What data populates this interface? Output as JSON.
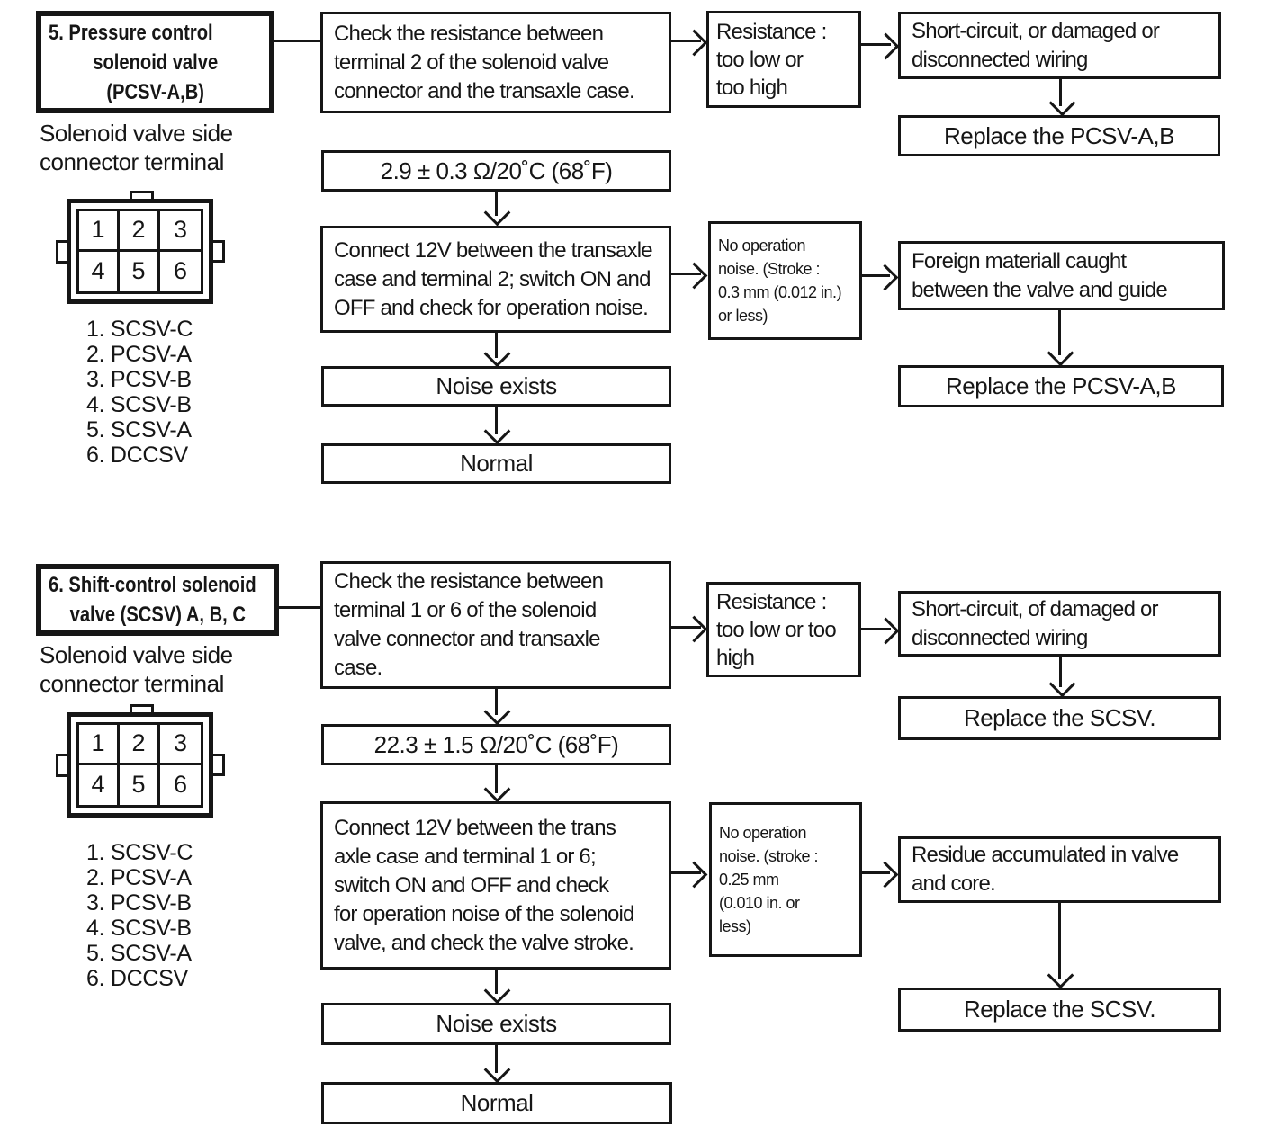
{
  "document": {
    "kind": "solenoid-valve-troubleshooting-flowchart",
    "ink_color": "#161616",
    "paper_color": "#ffffff"
  },
  "connector": {
    "pins": [
      "1",
      "2",
      "3",
      "4",
      "5",
      "6"
    ],
    "legend": [
      "1. SCSV-C",
      "2. PCSV-A",
      "3. PCSV-B",
      "4. SCSV-B",
      "5. SCSV-A",
      "6. DCCSV"
    ]
  },
  "sections": [
    {
      "number": "5",
      "title_lines": [
        "5. Pressure control",
        "solenoid valve",
        "(PCSV-A,B)"
      ],
      "caption_lines": [
        "Solenoid valve side",
        "connector terminal"
      ],
      "boxes": {
        "check": "Check the resistance between\nterminal 2 of the solenoid valve\nconnector and the transaxle case.",
        "spec": "2.9 ± 0.3 Ω/20˚C (68˚F)",
        "connect": "Connect 12V between the transaxle\ncase and terminal 2; switch ON and\nOFF and check for operation noise.",
        "noise": "Noise exists",
        "normal": "Normal",
        "resistance": "Resistance :\ntoo low or\ntoo high",
        "no_operation": "No operation\nnoise. (Stroke :\n0.3 mm (0.012 in.)\nor less)",
        "wiring_fault": "Short-circuit, or damaged or\ndisconnected wiring",
        "replace_wiring": "Replace the PCSV-A,B",
        "mech_fault": "Foreign materiall caught\nbetween the valve and guide",
        "replace_mech": "Replace the PCSV-A,B"
      }
    },
    {
      "number": "6",
      "title_lines": [
        "6. Shift-control solenoid",
        "valve (SCSV) A, B, C"
      ],
      "caption_lines": [
        "Solenoid valve side",
        "connector terminal"
      ],
      "boxes": {
        "check": "Check the resistance between\nterminal 1 or 6 of the solenoid\nvalve connector and transaxle\ncase.",
        "spec": "22.3 ± 1.5 Ω/20˚C (68˚F)",
        "connect": "Connect 12V between the trans\naxle case and terminal 1 or 6;\nswitch ON and OFF and check\nfor operation noise of the solenoid\nvalve, and check the valve stroke.",
        "noise": "Noise exists",
        "normal": "Normal",
        "resistance": "Resistance :\ntoo low or too\nhigh",
        "no_operation": "No operation\nnoise. (stroke :\n0.25 mm\n(0.010 in. or\nless)",
        "wiring_fault": "Short-circuit, of damaged or\ndisconnected wiring",
        "replace_wiring": "Replace the SCSV.",
        "mech_fault": "Residue accumulated in valve\nand core.",
        "replace_mech": "Replace the SCSV."
      }
    }
  ]
}
